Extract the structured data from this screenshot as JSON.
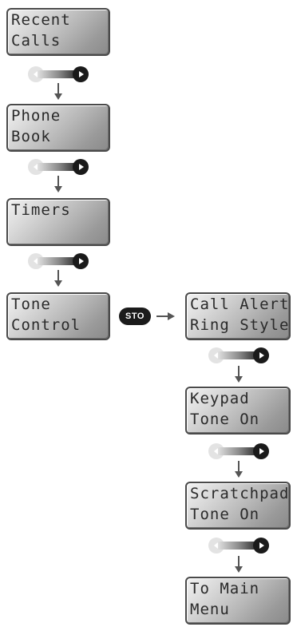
{
  "menu": {
    "main_items": [
      {
        "line1": "Recent",
        "line2": "Calls"
      },
      {
        "line1": "Phone",
        "line2": "Book"
      },
      {
        "line1": "Timers",
        "line2": ""
      },
      {
        "line1": "Tone",
        "line2": "Control"
      }
    ],
    "sub_items": [
      {
        "line1": "Call Alert",
        "line2": "Ring Style"
      },
      {
        "line1": "Keypad",
        "line2": "Tone On"
      },
      {
        "line1": "Scratchpad",
        "line2": "Tone On"
      },
      {
        "line1": "To Main",
        "line2": "Menu"
      }
    ],
    "store_key_label": "STO"
  },
  "icons": {
    "scroll_key": "left-right-scroll-key-icon",
    "down_arrow": "arrow-down-icon",
    "right_arrow": "arrow-right-icon"
  },
  "colors": {
    "lcd_border": "#4a4a4a",
    "lcd_text": "#2a2a2a",
    "key_dark": "#1b1b1b",
    "arrow": "#555555"
  }
}
